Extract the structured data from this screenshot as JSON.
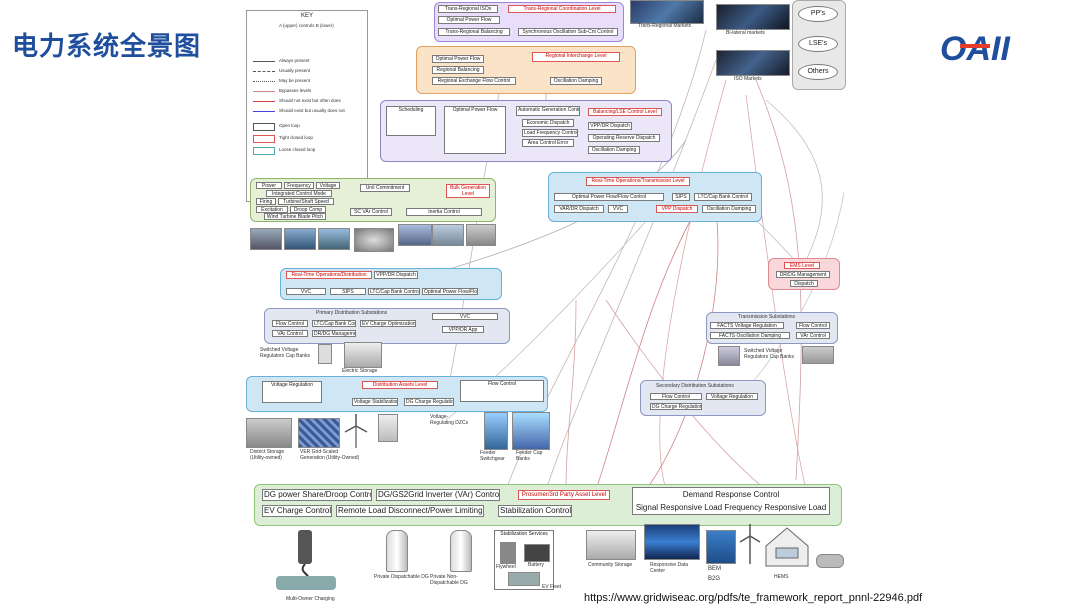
{
  "slide_title": "电力系统全景图",
  "logo_text": "OAII",
  "source_url": "https://www.gridwiseac.org/pdfs/te_framework_report_pnnl-22946.pdf",
  "key": {
    "title": "KEY",
    "items": [
      "A (upper) controls B (lower)",
      "Always present",
      "Usually present",
      "May be present",
      "Bypasses levels",
      "Should not exist but often does",
      "Should exist but usually does not",
      "Open loop",
      "Tight closed loop",
      "Loose closed loop"
    ]
  },
  "top": {
    "trans_regional": "Trans-Regional ISOs",
    "trans_regional_level": "Trans-Regional Coordination Level",
    "optimal_power_flow": "Optimal Power Flow",
    "trans_regional_balancing": "Trans-Regional Balancing",
    "synch_oscillation": "Synchronous Oscillation Sub-Cnt Control",
    "trans_regional_markets": "Trans-Regional Markets",
    "bilateral_markets": "Bi-lateral markets",
    "iso_markets": "ISO Markets",
    "pps": "PP's",
    "lses": "LSE's",
    "others": "Others",
    "regional_interchange": "Regional Interchange Level",
    "regional_balancing": "Regional Balancing",
    "regional_exchange": "Regional Exchange Flow Control",
    "oscillation_damping": "Oscillation Damping",
    "scheduling": "Scheduling",
    "auto_gen_control": "Automatic Generation Control",
    "economic_dispatch": "Economic Dispatch",
    "load_freq_control": "Load Frequency Control",
    "area_control_error": "Area Control Error",
    "bal_auth_level": "Balancing/LSE Control Level",
    "vpp_dispatch": "VPP/DR Dispatch",
    "operating_reserve": "Operating Reserve Dispatch"
  },
  "middle": {
    "power": "Power",
    "frequency": "Frequency",
    "voltage": "Voltage",
    "integrated_control": "Integrated Control Mode",
    "firing": "Firing",
    "turbine_shaft": "Turbine/Shaft Speed",
    "excitation": "Excitation",
    "droop_comp": "Droop Comp",
    "wind_turbine": "Wind Turbine Blade Pitch",
    "unit_commitment": "Unit Commitment",
    "bulk_gen_level": "Bulk Generation Level",
    "sc_var_control": "SC VAr Control",
    "inertia_control": "Inertia Control",
    "realtime_ops": "Real-Time Operations/Transmission Level",
    "opf_control": "Optimal Power Flow/Flow Control",
    "sips": "SIPS",
    "ltc_cap": "LTC/Cap Bank Control",
    "var_dr": "VAR/DR Dispatch",
    "vvc": "VVC",
    "vpp_dispatch2": "VPP Dispatch",
    "osc_damping": "Oscillation Damping",
    "rto_dist": "Real-Time Operations/Distribution",
    "vpp_dr_dispatch": "VPP/DR Dispatch",
    "ems_level": "EMS Level",
    "dr_dg_mgmt": "DR/DG Management",
    "dispatch": "Dispatch",
    "primary_dist": "Primary Distribution Substations",
    "ev_charge_opt": "EV Charge Optimization",
    "vpp_dr_app": "VPP/DR App",
    "trans_substations": "Transmission Substations",
    "facts_voltage": "FACTS Voltage Regulation",
    "flow_control": "Flow Control",
    "facts_osc": "FACTS Oscillation Damping",
    "var_control": "VAr Control",
    "dist_assets": "Distribution Assets Level",
    "voltage_stab": "Voltage Stabilization",
    "dg_charge": "DG Charge Regulation",
    "secondary_dist": "Secondary Distribution Substations",
    "voltage_reg": "Voltage Regulation",
    "switched_cap": "Switched Voltage Regulators Cap Banks",
    "electric_storage": "Electric Storage",
    "feeder_switchgear": "Feeder Switchgear",
    "feeder_cap_banks": "Feeder Cap Banks",
    "district_storage": "District Storage (Utility-owned)",
    "ver_grid": "VER Grid-Scaled Generation (Utility-Owned)",
    "voltage_regulating": "Voltage-Regulating DZCs"
  },
  "bottom": {
    "dg_power_share": "DG power Share/Droop Control",
    "dg_inverter": "DG/GS2Grid Inverter (VAr) Control",
    "prosumer_level": "Prosumer/3rd Party Asset Level",
    "demand_response": "Demand Response Control",
    "ev_charge": "EV Charge Control",
    "remote_load": "Remote Load Disconnect/Power Limiting",
    "stabilization": "Stabilization Control",
    "signal_responsive": "Signal Responsive Load",
    "freq_responsive": "Frequency Responsive Load",
    "stabilization_services": "Stabilization Services",
    "flywheel": "Flywheel",
    "battery": "Battery",
    "ev_fleet": "EV Fleet",
    "community_storage": "Community Storage",
    "responsive_dc": "Responsive Data Center",
    "bem_b2g": "BEM B2G",
    "prosumer_dispatchable": "Private Dispatchable DG",
    "private_non_dispatchable": "Private Non-Dispatchable DG",
    "multi_owner": "Multi-Owner Charging",
    "hems": "HEMS"
  }
}
